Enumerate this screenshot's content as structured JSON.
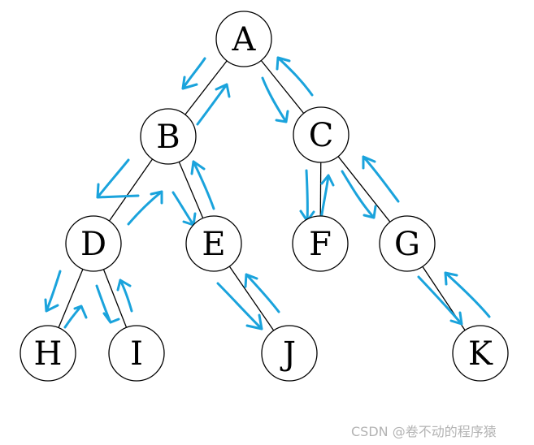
{
  "diagram": {
    "type": "binary-tree",
    "nodes": [
      {
        "id": "A",
        "label": "A"
      },
      {
        "id": "B",
        "label": "B"
      },
      {
        "id": "C",
        "label": "C"
      },
      {
        "id": "D",
        "label": "D"
      },
      {
        "id": "E",
        "label": "E"
      },
      {
        "id": "F",
        "label": "F"
      },
      {
        "id": "G",
        "label": "G"
      },
      {
        "id": "H",
        "label": "H"
      },
      {
        "id": "I",
        "label": "I"
      },
      {
        "id": "J",
        "label": "J"
      },
      {
        "id": "K",
        "label": "K"
      }
    ],
    "edges": [
      {
        "from": "A",
        "to": "B"
      },
      {
        "from": "A",
        "to": "C"
      },
      {
        "from": "B",
        "to": "D"
      },
      {
        "from": "B",
        "to": "E"
      },
      {
        "from": "C",
        "to": "F"
      },
      {
        "from": "C",
        "to": "G"
      },
      {
        "from": "D",
        "to": "H"
      },
      {
        "from": "D",
        "to": "I"
      },
      {
        "from": "E",
        "to": "J"
      },
      {
        "from": "G",
        "to": "K"
      }
    ],
    "traversal_color": "#1aa3dc"
  },
  "watermark": "CSDN @卷不动的程序猿"
}
